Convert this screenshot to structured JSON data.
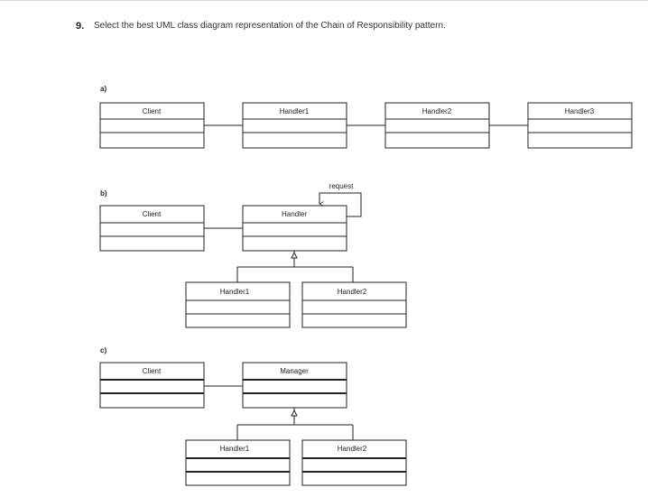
{
  "question": {
    "number": "9.",
    "text": "Select the best UML class diagram representation of the Chain of Responsibility pattern."
  },
  "options": {
    "a": {
      "label": "a)",
      "classes": [
        "Client",
        "Handler1",
        "Handler2",
        "Handler3"
      ]
    },
    "b": {
      "label": "b)",
      "client": "Client",
      "handler": "Handler",
      "self_association": "request",
      "subclasses": [
        "Handler1",
        "Handler2"
      ]
    },
    "c": {
      "label": "c)",
      "client": "Client",
      "manager": "Manager",
      "subclasses": [
        "Handler1",
        "Handler2"
      ]
    }
  }
}
